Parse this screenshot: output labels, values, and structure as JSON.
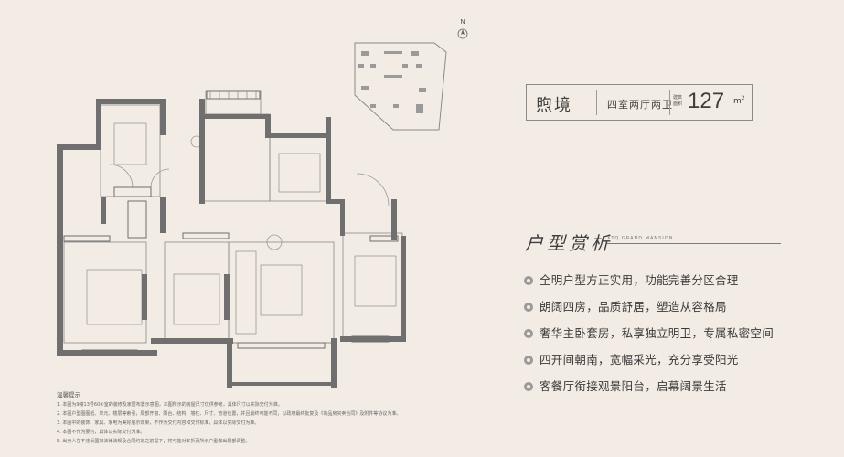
{
  "title": {
    "name": "煦境",
    "unit_type": "四室两厅两卫",
    "area_label": "建筑面积",
    "area_value": "127",
    "area_unit": "m"
  },
  "compass": {
    "label": "N"
  },
  "analysis": {
    "heading": "户型赏析",
    "subheading": "XTQ GRAND MANSION",
    "features": [
      "全明户型方正实用，功能完善分区合理",
      "朗阔四房，品质舒居，塑造从容格局",
      "奢华主卧套房，私享独立明卫，专属私密空间",
      "四开间朝南，宽幅采光，充分享受阳光",
      "客餐厅衔接观景阳台，启幕阔景生活"
    ]
  },
  "notes": {
    "title": "温馨提示",
    "lines": [
      "1. 本图为9幢13号60②室的装修及家居布置示意图，本图所示的房屋尺寸仅供参考，具体尺寸以实际交付为准。",
      "2. 本图户型图图纸、单元、楼层等索引，局部开窗、阳台、结构、墙柱、尺寸、管道位置，并且最终可能不同，以政府最终批复及《商品房买卖合同》及附件等协议为准。",
      "3. 本图中的装饰、家具、家电为美好展示效果，不作为交付内容和交付标准，具体以实际交付为准。",
      "4. 本图不作为要约，具体以实际交付为准。",
      "5. 出卖人在不违反国家法律法规及合同约定之前提下，将可能对本折页所示户型做出局部调整。"
    ]
  },
  "colors": {
    "background": "#f3ece4",
    "wall": "#6f6f6f",
    "text": "#3e3e3e",
    "accent_gray": "#9a9a9a"
  }
}
